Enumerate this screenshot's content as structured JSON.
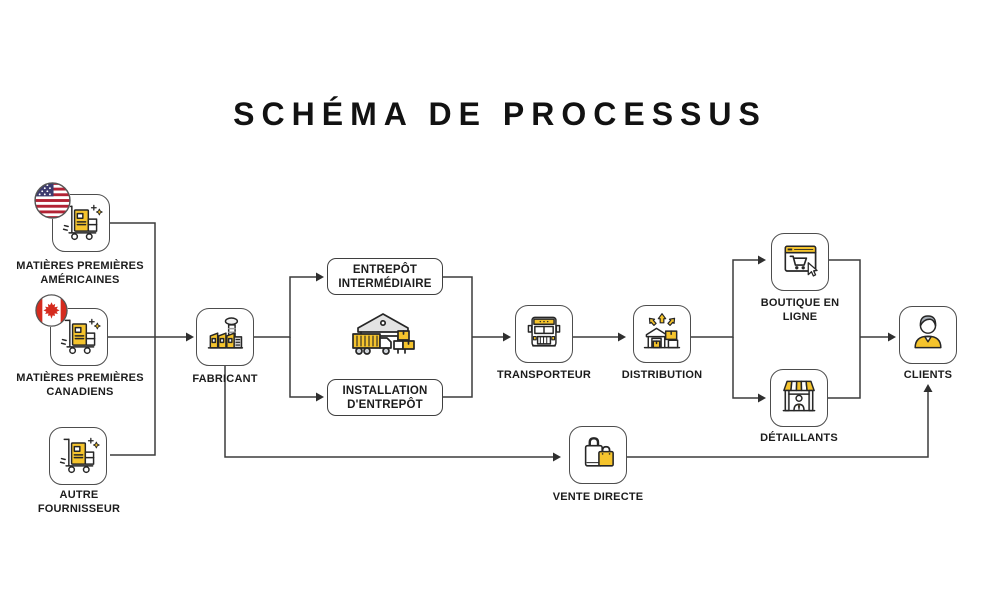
{
  "title": "SCHÉMA DE PROCESSUS",
  "colors": {
    "accent_yellow": "#F5C42D",
    "icon_outline": "#262626",
    "connector_line": "#3C3C3C",
    "box_border": "#4D4D4D",
    "us_flag_red": "#B22234",
    "us_flag_blue": "#3C3B6E",
    "canada_flag_red": "#D52B1E"
  },
  "nodes": {
    "supplier_us": {
      "label": "MATIÈRES PREMIÈRES AMÉRICAINES",
      "icon": "hand-truck-icon",
      "badge": "us-flag-icon"
    },
    "supplier_ca": {
      "label": "MATIÈRES PREMIÈRES CANADIENS",
      "icon": "hand-truck-icon",
      "badge": "canada-flag-icon"
    },
    "supplier_other": {
      "label": "AUTRE FOURNISSEUR",
      "icon": "hand-truck-icon"
    },
    "manufacturer": {
      "label": "FABRICANT",
      "icon": "factory-icon"
    },
    "warehouse_intermediate": {
      "label": "ENTREPÔT INTERMÉDIAIRE"
    },
    "warehouse_facility": {
      "label": "INSTALLATION D'ENTREPÔT"
    },
    "warehouse_art": {
      "icon": "warehouse-truck-icon"
    },
    "transporter": {
      "label": "TRANSPORTEUR",
      "icon": "truck-front-icon"
    },
    "distribution": {
      "label": "DISTRIBUTION",
      "icon": "distribution-warehouse-icon"
    },
    "online_shop": {
      "label": "BOUTIQUE EN LIGNE",
      "icon": "online-store-cart-icon"
    },
    "retailers": {
      "label": "DÉTAILLANTS",
      "icon": "storefront-icon"
    },
    "clients": {
      "label": "CLIENTS",
      "icon": "person-icon"
    },
    "direct_sale": {
      "label": "VENTE DIRECTE",
      "icon": "shopping-bags-icon"
    }
  }
}
